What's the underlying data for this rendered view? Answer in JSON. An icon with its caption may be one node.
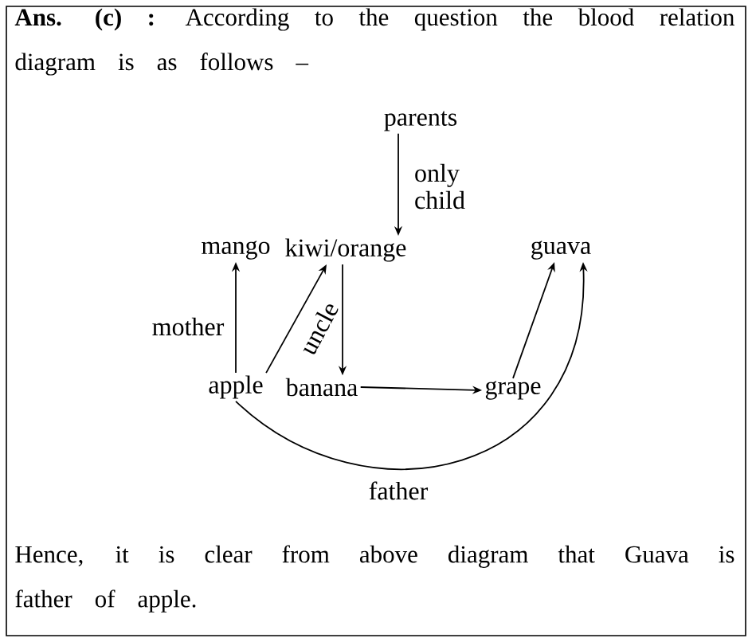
{
  "diagram": {
    "title": "**Ans. (c) :** According to the question the blood relation diagram is as follows –",
    "caption": "Hence, it is clear from above diagram that Guava is father of apple.",
    "nodes": [
      {
        "text": [
          "parents"
        ]
      },
      {
        "text": [
          "mango"
        ]
      },
      {
        "text": [
          "kiwi/orange"
        ]
      },
      {
        "text": [
          "guava"
        ]
      },
      {
        "text": [
          "apple"
        ]
      },
      {
        "text": [
          "banana"
        ]
      },
      {
        "text": [
          "grape"
        ]
      }
    ],
    "edges": [
      {
        "from": 0,
        "to": 2,
        "arrow": "to",
        "label": "only child"
      },
      {
        "from": 4,
        "to": 1,
        "arrow": "to",
        "label": "mother"
      },
      {
        "from": 4,
        "to": 2,
        "arrow": "to",
        "label": "uncle"
      },
      {
        "from": 2,
        "to": 5,
        "arrow": "to"
      },
      {
        "from": 5,
        "to": 6,
        "arrow": "to"
      },
      {
        "from": 6,
        "to": 3,
        "arrow": "to"
      },
      {
        "from": 4,
        "to": 3,
        "arrow": "to",
        "label": "father"
      }
    ]
  }
}
